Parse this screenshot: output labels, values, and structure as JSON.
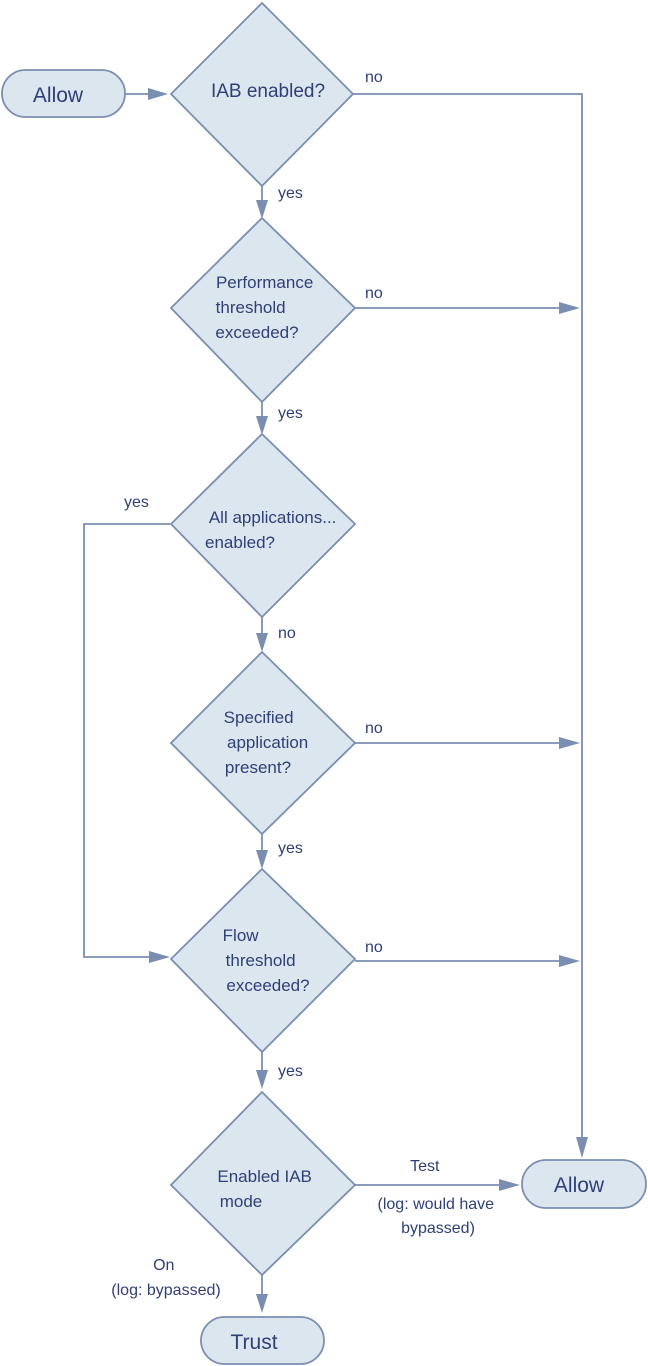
{
  "nodes": {
    "start": {
      "label": "Allow"
    },
    "d1": {
      "lines": [
        "IAB enabled?"
      ]
    },
    "d2": {
      "lines": [
        "Performance",
        "threshold",
        "exceeded?"
      ]
    },
    "d3": {
      "lines": [
        "All applications...",
        "enabled?"
      ]
    },
    "d4": {
      "lines": [
        "Specified",
        "application",
        "present?"
      ]
    },
    "d5": {
      "lines": [
        "Flow",
        "threshold",
        "exceeded?"
      ]
    },
    "d6": {
      "lines": [
        "Enabled IAB",
        "mode"
      ]
    },
    "allow_end": {
      "label": "Allow"
    },
    "trust_end": {
      "label": "Trust"
    }
  },
  "edges": {
    "d1_no": "no",
    "d1_yes": "yes",
    "d2_no": "no",
    "d2_yes": "yes",
    "d3_yes": "yes",
    "d3_no": "no",
    "d4_no": "no",
    "d4_yes": "yes",
    "d5_no": "no",
    "d5_yes": "yes",
    "d6_test": {
      "lines": [
        "Test",
        "(log: would have",
        "bypassed)"
      ]
    },
    "d6_on": {
      "lines": [
        "On",
        "(log: bypassed)"
      ]
    }
  },
  "colors": {
    "node_fill": "#dce6ee",
    "stroke": "#7a8eb2",
    "text": "#2f3f78"
  }
}
